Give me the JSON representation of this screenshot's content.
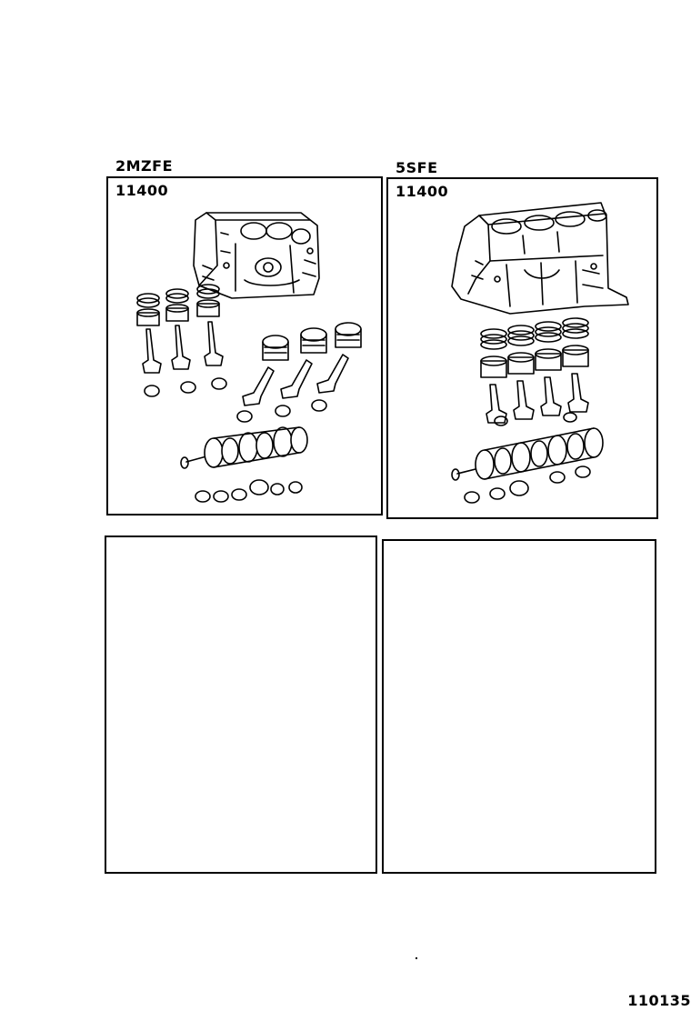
{
  "panels": [
    {
      "engine": "2MZFE",
      "part_number": "11400",
      "illustration": "v6-short-block-assembly"
    },
    {
      "engine": "5SFE",
      "part_number": "11400",
      "illustration": "inline4-short-block-assembly"
    },
    {
      "engine": "",
      "part_number": ""
    },
    {
      "engine": "",
      "part_number": ""
    }
  ],
  "figure_number": "110135"
}
